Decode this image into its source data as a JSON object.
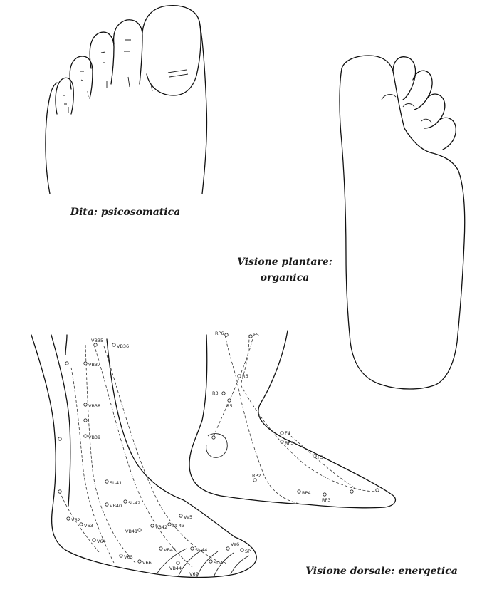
{
  "captions": {
    "toes": "Dita: psicosomatica",
    "plantar_line1": "Visione plantare:",
    "plantar_line2": "organica",
    "dorsal": "Visione dorsale: energetica"
  },
  "figures": {
    "toes": "toes-dorsal-sketch",
    "plantar": "plantar-sole-outline",
    "dorsal_points": "dorsal-acupoint-foot",
    "medial_points": "medial-acupoint-foot"
  },
  "point_labels": {
    "dorsal_foot": [
      "St-41",
      "St-42",
      "St-43",
      "St-44",
      "St-45",
      "VB40",
      "VB41",
      "VB42",
      "VB43",
      "VB44",
      "V62",
      "V63",
      "V64",
      "V65",
      "V66",
      "V67",
      "Ve5",
      "Ve6",
      "SP",
      "VB35",
      "VB36",
      "VB37",
      "VB38",
      "VB39"
    ],
    "medial_foot": [
      "RP2",
      "RP3",
      "RP4",
      "RP5",
      "RP6",
      "R3",
      "R5",
      "R6",
      "F3",
      "F4",
      "F5"
    ]
  },
  "colors": {
    "ink": "#111111",
    "paper": "#ffffff"
  }
}
